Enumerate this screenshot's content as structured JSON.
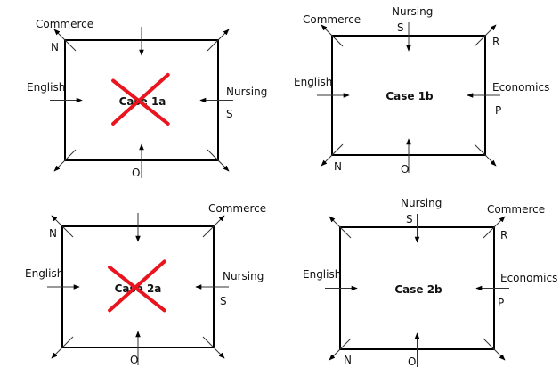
{
  "cases": [
    {
      "id": "1a",
      "title": "Case 1a",
      "crossed": true,
      "labels": {
        "topleft": "Commerce",
        "corner_tl": "N",
        "left": "English",
        "right": "Nursing",
        "right_sub": "S",
        "bottom": "O"
      }
    },
    {
      "id": "1b",
      "title": "Case 1b",
      "crossed": false,
      "labels": {
        "topleft": "Commerce",
        "top": "Nursing",
        "top_sub": "S",
        "corner_tr": "R",
        "left": "English",
        "right": "Economics",
        "right_sub": "P",
        "corner_bl": "N",
        "bottom": "O"
      }
    },
    {
      "id": "2a",
      "title": "Case 2a",
      "crossed": true,
      "labels": {
        "topright": "Commerce",
        "corner_tl": "N",
        "left": "English",
        "right": "Nursing",
        "right_sub": "S",
        "bottom": "O"
      }
    },
    {
      "id": "2b",
      "title": "Case 2b",
      "crossed": false,
      "labels": {
        "top": "Nursing",
        "top_sub": "S",
        "topright": "Commerce",
        "corner_tr": "R",
        "left": "English",
        "right": "Economics",
        "right_sub": "P",
        "corner_bl": "N",
        "bottom": "O"
      }
    }
  ],
  "colors": {
    "cross": "#e8141e",
    "line": "#000000"
  }
}
